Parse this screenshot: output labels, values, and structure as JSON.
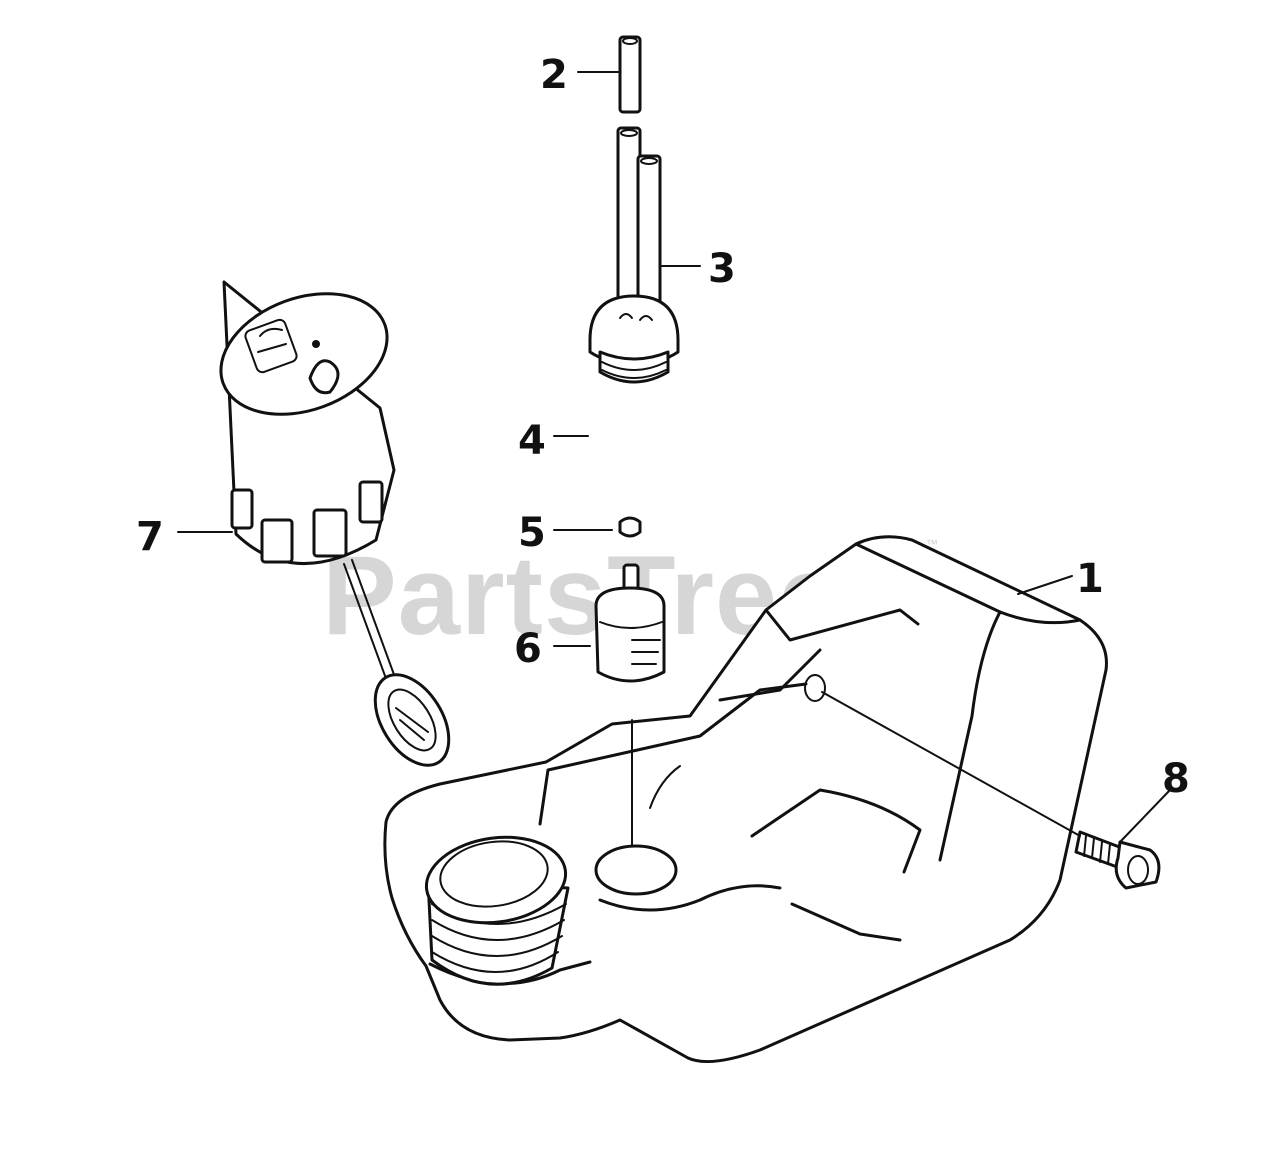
{
  "watermark": {
    "text": "PartsTree",
    "trademark": "™"
  },
  "callouts": [
    {
      "id": "1",
      "label": "1"
    },
    {
      "id": "2",
      "label": "2"
    },
    {
      "id": "3",
      "label": "3"
    },
    {
      "id": "4",
      "label": "4"
    },
    {
      "id": "5",
      "label": "5"
    },
    {
      "id": "6",
      "label": "6"
    },
    {
      "id": "7",
      "label": "7"
    },
    {
      "id": "8",
      "label": "8"
    }
  ],
  "colors": {
    "ink": "#111111",
    "watermark": "#d6d6d6",
    "background": "#ffffff"
  }
}
